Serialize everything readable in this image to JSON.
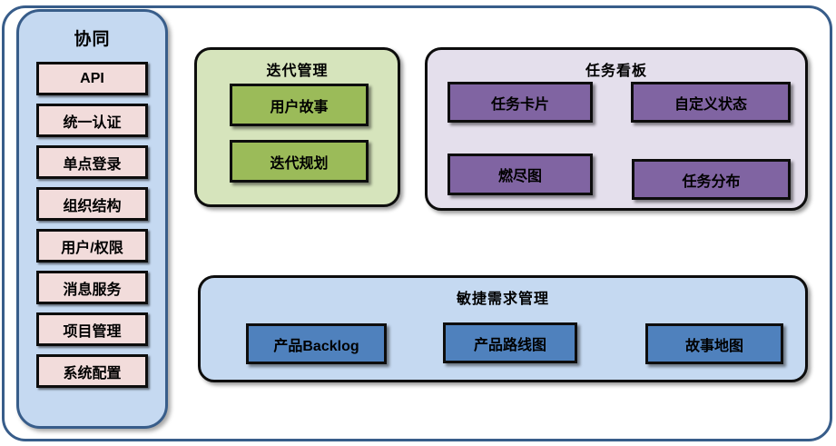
{
  "sidebar": {
    "title": "协同",
    "items": [
      "API",
      "统一认证",
      "单点登录",
      "组织结构",
      "用户/权限",
      "消息服务",
      "项目管理",
      "系统配置"
    ]
  },
  "sections": {
    "iteration": {
      "title": "迭代管理",
      "items": [
        "用户故事",
        "迭代规划"
      ]
    },
    "kanban": {
      "title": "任务看板",
      "items": [
        "任务卡片",
        "自定义状态",
        "燃尽图",
        "任务分布"
      ]
    },
    "agile": {
      "title": "敏捷需求管理",
      "items": [
        "产品Backlog",
        "产品路线图",
        "故事地图"
      ]
    }
  },
  "colors": {
    "frame_border": "#385d8a",
    "panel_blue_fill": "#c5d9f1",
    "sidebar_item_fill": "#f2dcdb",
    "iteration_section_fill": "#d6e4bc",
    "iteration_item_fill": "#9bbb59",
    "kanban_section_fill": "#e4dfec",
    "kanban_item_fill": "#8064a2",
    "agile_section_fill": "#c5d9f1",
    "agile_item_fill": "#4f81bd",
    "box_border": "#0d0d0d",
    "text": "#000000"
  }
}
